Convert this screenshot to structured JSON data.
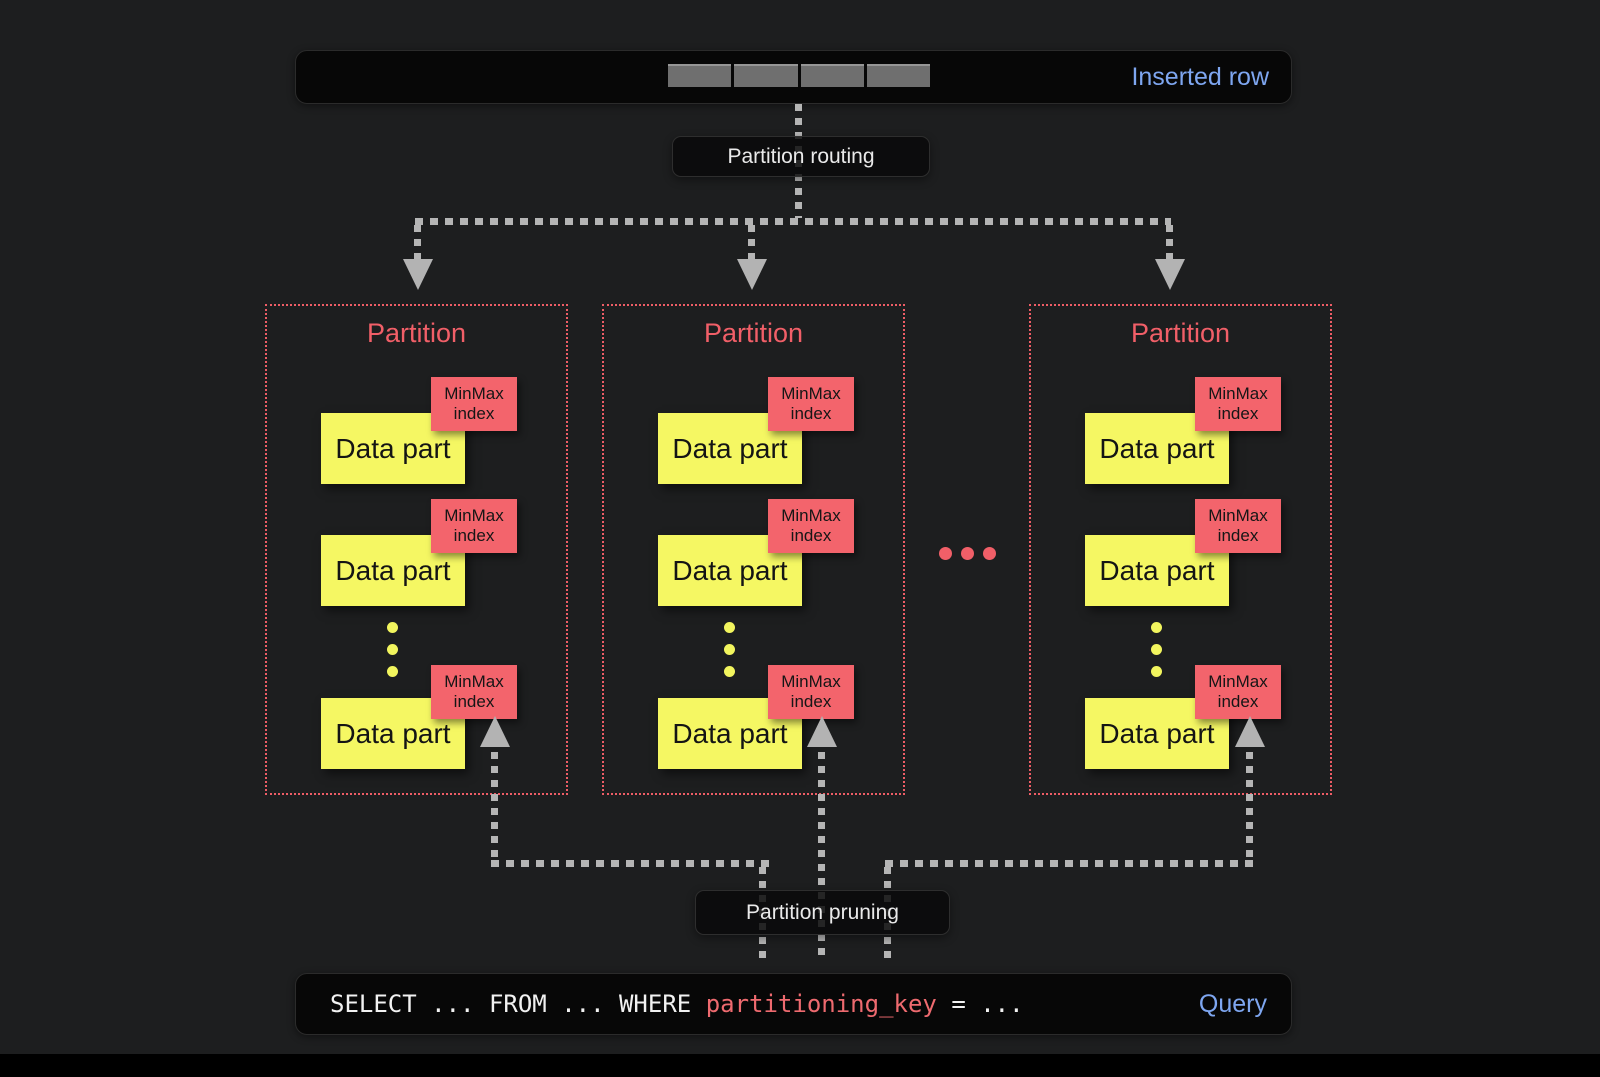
{
  "colors": {
    "background": "#1d1e1f",
    "panel_black": "#070707",
    "accent_red": "#f05f68",
    "accent_yellow": "#f5f763",
    "accent_blue": "#7ea6f0",
    "line_gray": "#b5b5b5",
    "cell_gray": "#6f6f6f"
  },
  "icons": {
    "down_arrow": "▼",
    "up_arrow": "▲",
    "ellipsis_vertical": "⋮",
    "ellipsis_horizontal": "…"
  },
  "inserted_row": {
    "label": "Inserted row",
    "cell_count": 4
  },
  "routing": {
    "label": "Partition routing"
  },
  "pruning": {
    "label": "Partition pruning"
  },
  "partitions": [
    {
      "title": "Partition",
      "parts": [
        {
          "label": "Data part",
          "index": "MinMax index"
        },
        {
          "label": "Data part",
          "index": "MinMax index"
        },
        {
          "label": "Data part",
          "index": "MinMax index"
        }
      ]
    },
    {
      "title": "Partition",
      "parts": [
        {
          "label": "Data part",
          "index": "MinMax index"
        },
        {
          "label": "Data part",
          "index": "MinMax index"
        },
        {
          "label": "Data part",
          "index": "MinMax index"
        }
      ]
    },
    {
      "title": "Partition",
      "parts": [
        {
          "label": "Data part",
          "index": "MinMax index"
        },
        {
          "label": "Data part",
          "index": "MinMax index"
        },
        {
          "label": "Data part",
          "index": "MinMax index"
        }
      ]
    }
  ],
  "query": {
    "sql_prefix": "SELECT ... FROM ... WHERE ",
    "sql_key": "partitioning_key",
    "sql_suffix": " = ...",
    "label": "Query"
  }
}
